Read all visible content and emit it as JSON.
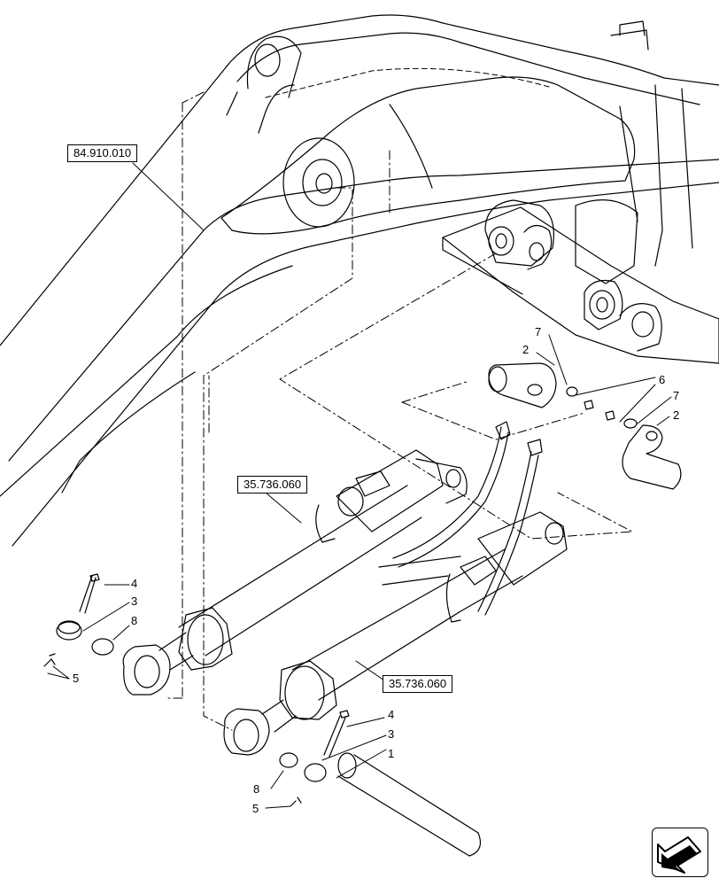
{
  "references": {
    "boom": "84.910.010",
    "cylinder_upper": "35.736.060",
    "cylinder_lower": "35.736.060"
  },
  "callouts": {
    "pin": "1",
    "pin_plate_a": "2",
    "pin_plate_b": "2",
    "collar_left": "3",
    "collar_right": "3",
    "bolt_left": "4",
    "bolt_right": "4",
    "grease_left": "5",
    "grease_right": "5",
    "screws": "6",
    "washer_a": "7",
    "washer_b": "7",
    "ring_left": "8",
    "ring_right": "8"
  },
  "navigation": {
    "icon": "arrow-down-left-icon"
  }
}
